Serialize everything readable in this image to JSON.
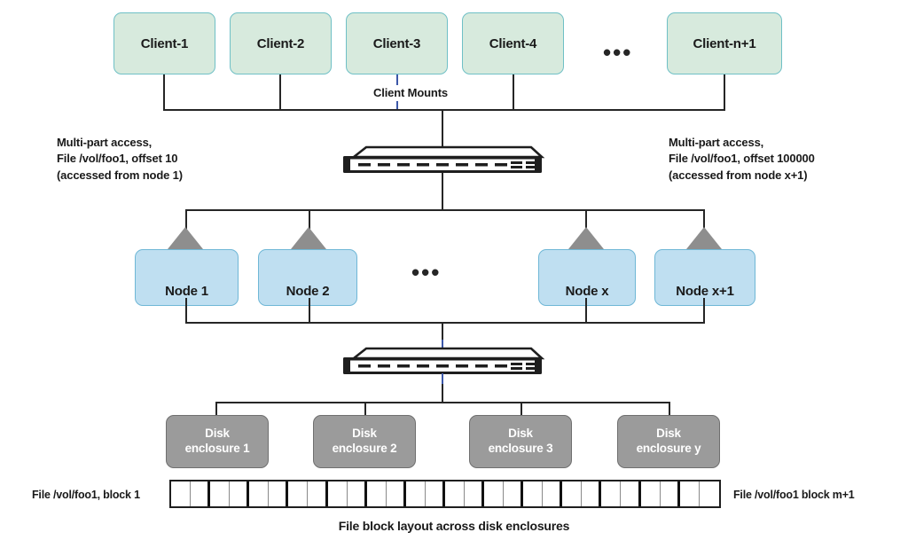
{
  "diagram": {
    "title": "File block layout across disk enclosures",
    "colors": {
      "client_fill": "#d7eadd",
      "client_border": "#6fc0c6",
      "node_fill": "#bfdff1",
      "node_border": "#6fb7d6",
      "node_triangle": "#8e8e8e",
      "disk_fill": "#9b9b9b",
      "disk_border": "#6f6f6f",
      "line": "#262626",
      "accent_line": "#3b57a8",
      "background": "#ffffff"
    }
  },
  "clients": {
    "bus_label": "Client Mounts",
    "ellipsis": "•••",
    "items": [
      {
        "label": "Client-1"
      },
      {
        "label": "Client-2"
      },
      {
        "label": "Client-3"
      },
      {
        "label": "Client-4"
      },
      {
        "label": "Client-n+1"
      }
    ]
  },
  "annotations": {
    "left": {
      "line1": "Multi-part access,",
      "line2": "File /vol/foo1, offset 10",
      "line3": "(accessed from node 1)"
    },
    "right": {
      "line1": "Multi-part access,",
      "line2": "File /vol/foo1, offset 100000",
      "line3": "(accessed from node x+1)"
    }
  },
  "switches": {
    "upper": {
      "name": "network-switch-upper"
    },
    "lower": {
      "name": "network-switch-lower"
    }
  },
  "nodes": {
    "ellipsis": "•••",
    "items": [
      {
        "label": "Node 1"
      },
      {
        "label": "Node 2"
      },
      {
        "label": "Node x"
      },
      {
        "label": "Node x+1"
      }
    ]
  },
  "disk_enclosures": {
    "items": [
      {
        "line1": "Disk",
        "line2": "enclosure 1"
      },
      {
        "line1": "Disk",
        "line2": "enclosure 2"
      },
      {
        "line1": "Disk",
        "line2": "enclosure 3"
      },
      {
        "line1": "Disk",
        "line2": "enclosure y"
      }
    ]
  },
  "block_strip": {
    "left_label": "File /vol/foo1, block 1",
    "right_label": "File /vol/foo1 block m+1",
    "caption": "File block layout across disk enclosures",
    "cell_count": 28,
    "thick_divider_indices": [
      1,
      3,
      5,
      7,
      9,
      11,
      13,
      15,
      17,
      19,
      21,
      23,
      25
    ]
  }
}
